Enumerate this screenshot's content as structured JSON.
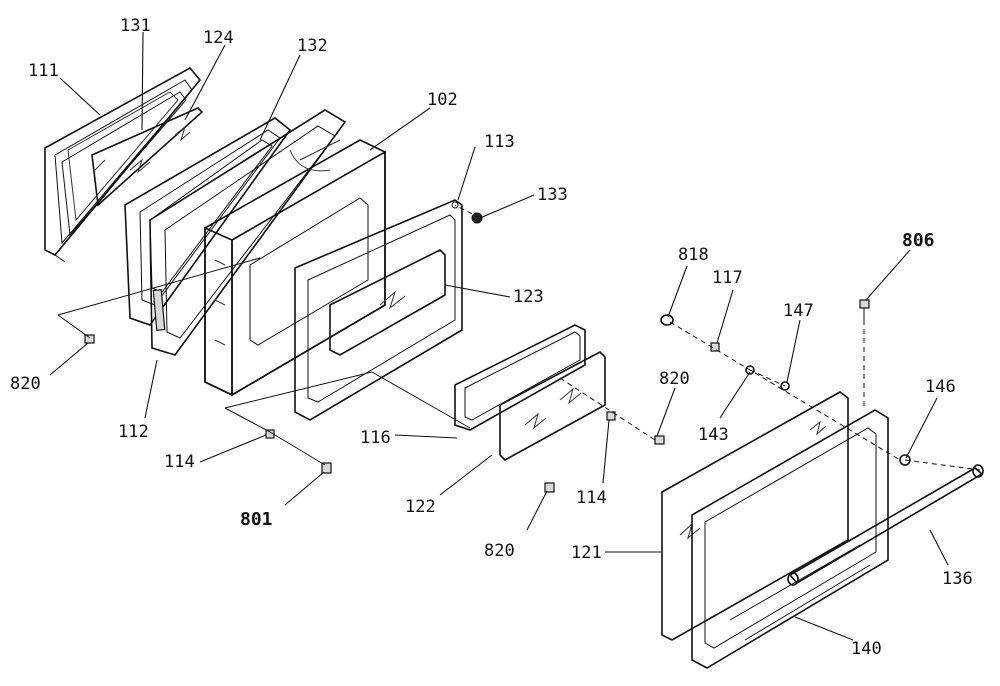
{
  "diagram": {
    "labels": [
      {
        "id": "p131",
        "text": "131"
      },
      {
        "id": "p124",
        "text": "124"
      },
      {
        "id": "p111",
        "text": "111"
      },
      {
        "id": "p132",
        "text": "132"
      },
      {
        "id": "p102",
        "text": "102"
      },
      {
        "id": "p113",
        "text": "113"
      },
      {
        "id": "p133",
        "text": "133"
      },
      {
        "id": "p123",
        "text": "123"
      },
      {
        "id": "p818",
        "text": "818"
      },
      {
        "id": "p117",
        "text": "117"
      },
      {
        "id": "p806",
        "text": "806"
      },
      {
        "id": "p147",
        "text": "147"
      },
      {
        "id": "p820a",
        "text": "820"
      },
      {
        "id": "p112",
        "text": "112"
      },
      {
        "id": "p114a",
        "text": "114"
      },
      {
        "id": "p801",
        "text": "801"
      },
      {
        "id": "p116",
        "text": "116"
      },
      {
        "id": "p820b",
        "text": "820"
      },
      {
        "id": "p143",
        "text": "143"
      },
      {
        "id": "p146",
        "text": "146"
      },
      {
        "id": "p114b",
        "text": "114"
      },
      {
        "id": "p122",
        "text": "122"
      },
      {
        "id": "p820c",
        "text": "820"
      },
      {
        "id": "p121",
        "text": "121"
      },
      {
        "id": "p136",
        "text": "136"
      },
      {
        "id": "p140",
        "text": "140"
      }
    ]
  }
}
